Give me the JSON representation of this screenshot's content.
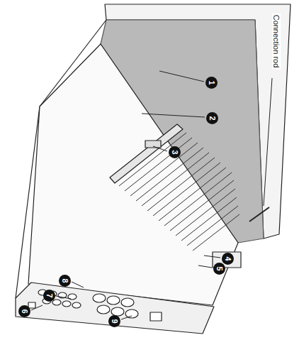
{
  "diagram": {
    "labels": [
      "Connection rod",
      "1",
      "2",
      "3",
      "4",
      "5",
      "6",
      "7",
      "8",
      "9"
    ]
  }
}
